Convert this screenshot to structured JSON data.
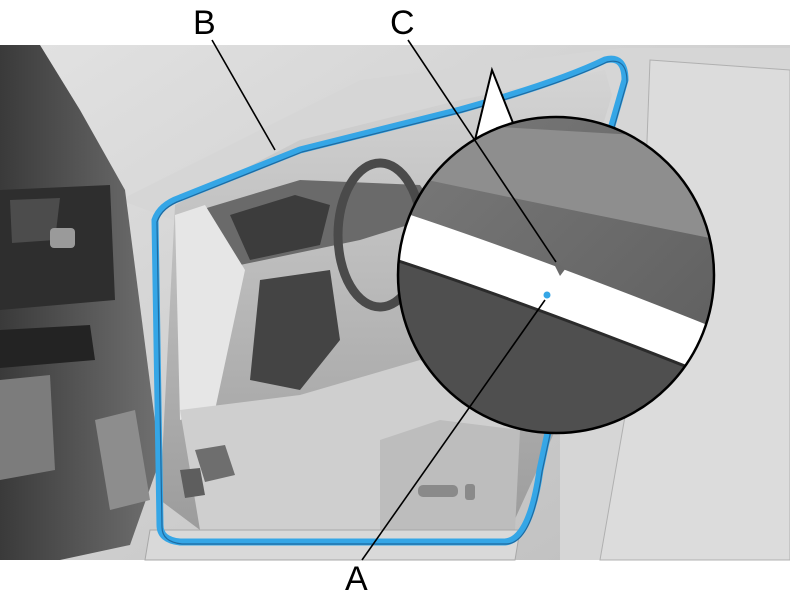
{
  "callouts": {
    "a": "A",
    "b": "B",
    "c": "C"
  },
  "colors": {
    "seal_highlight": "#35a6e6",
    "body_panel": "#c9c9c9",
    "interior_dark": "#5a5a5a",
    "ink": "#000000"
  }
}
